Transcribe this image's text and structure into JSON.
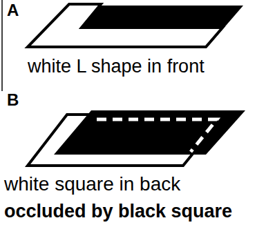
{
  "diagram": {
    "labels": [
      "A",
      "white L shape in front",
      "B",
      "white square in back",
      "occluded by black square"
    ]
  }
}
